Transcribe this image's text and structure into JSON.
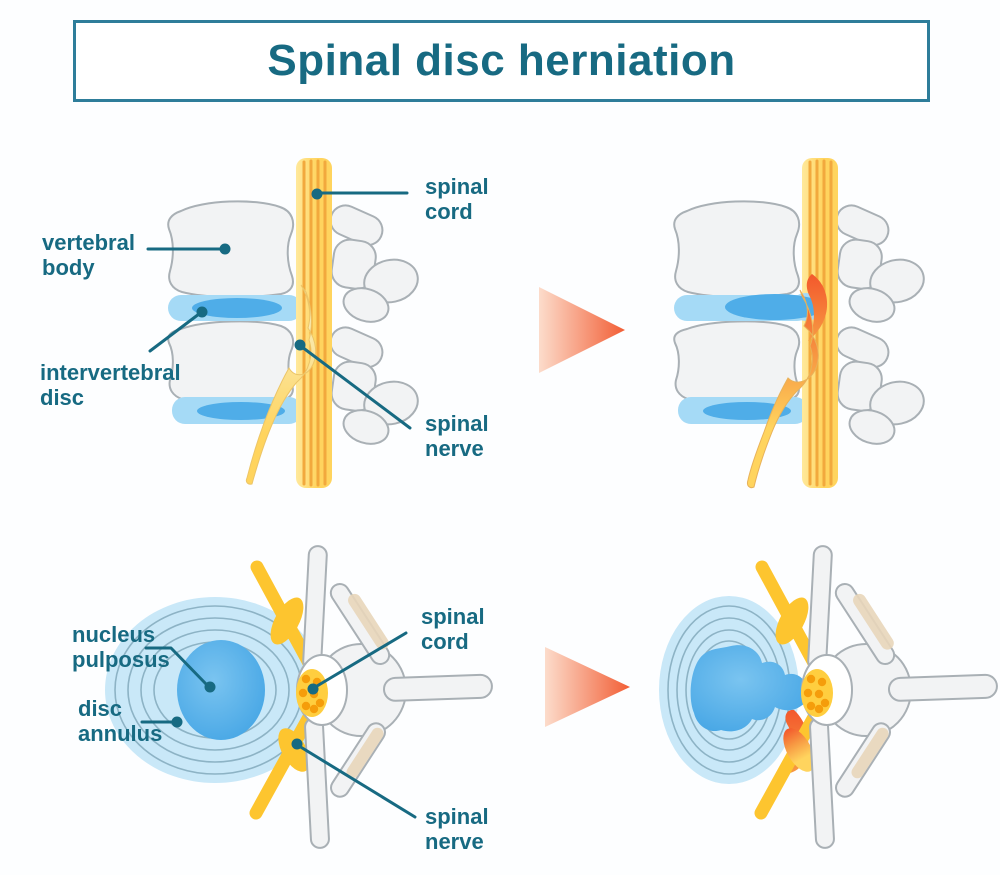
{
  "title": "Spinal disc herniation",
  "labels": {
    "side": {
      "spinal_cord": "spinal cord",
      "vertebral_body": "vertebral body",
      "intervertebral_disc": "intervertebral disc",
      "spinal_nerve": "spinal nerve"
    },
    "axial": {
      "nucleus_pulposus": "nucleus pulposus",
      "disc_annulus": "disc annulus",
      "spinal_cord": "spinal cord",
      "spinal_nerve": "spinal nerve"
    }
  },
  "icons": {
    "transition_arrow": "▶"
  },
  "colors": {
    "teal": "#176a82",
    "title_border": "#2e7d9a",
    "bone_fill": "#f2f3f4",
    "bone_stroke": "#a9b0b5",
    "disc_light": "#a5daf6",
    "disc_core": "#4fade8",
    "annulus_fill": "#c9e8f8",
    "ring_stroke": "#8db3c5",
    "nucleus_light": "#7ac4f0",
    "nucleus_dark": "#41a3e4",
    "cord_light": "#ffe99c",
    "cord_main": "#ffd45e",
    "cord_stripe": "#f2a93d",
    "nerve_yellow": "#fdc52f",
    "nerve_pale": "#f8ecba",
    "nerve_tail": "#ffd45e",
    "cord_oval": "#ffce3f",
    "dot_orange": "#f59d0b",
    "beige": "#e8d6ba",
    "red": "#f3582c",
    "red_soft": "#f79a43",
    "arrow_light": "#fcdccb",
    "arrow_dark": "#f25e35",
    "background": "#fdfeff"
  }
}
